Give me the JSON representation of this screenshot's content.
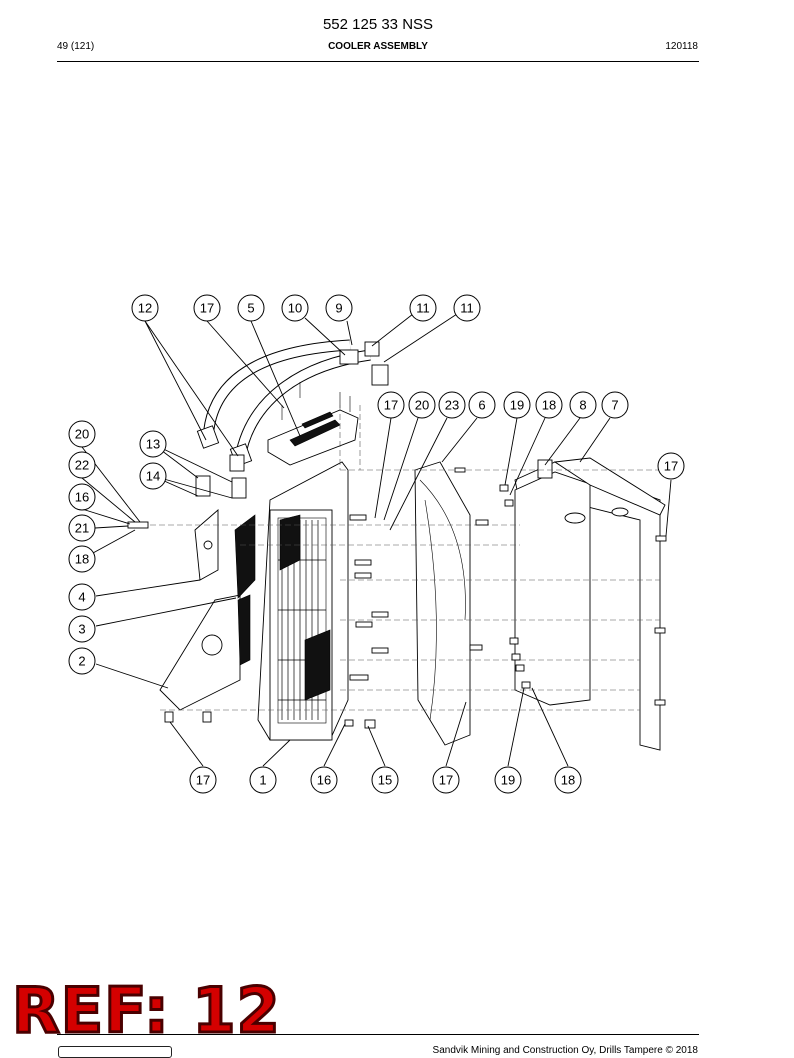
{
  "header": {
    "doc_number": "552 125 33 NSS",
    "page_info": "49 (121)",
    "title": "COOLER ASSEMBLY",
    "revision": "120118"
  },
  "callouts_top": [
    "12",
    "17",
    "5",
    "10",
    "9",
    "11",
    "11"
  ],
  "callouts_mid": [
    "17",
    "20",
    "23",
    "6",
    "19",
    "18",
    "8",
    "7"
  ],
  "callouts_left": [
    "20",
    "22",
    "16",
    "21",
    "18",
    "13",
    "14",
    "4",
    "3",
    "2"
  ],
  "callouts_right": [
    "17"
  ],
  "callouts_bottom": [
    "17",
    "1",
    "16",
    "15",
    "17",
    "19",
    "18"
  ],
  "stamp": {
    "text": "REF: 12",
    "color": "#d40000"
  },
  "footer": {
    "copyright": "Sandvik Mining and Construction Oy, Drills Tampere © 2018"
  }
}
